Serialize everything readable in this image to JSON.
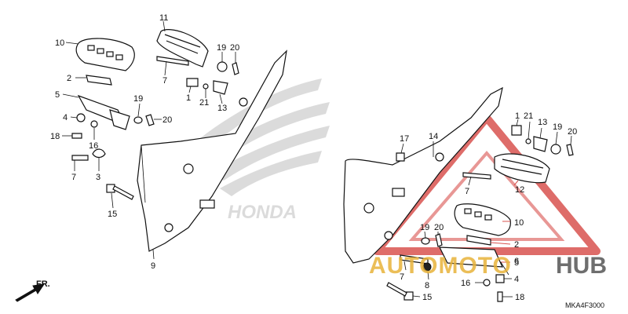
{
  "diagram": {
    "code": "MKA4F3000",
    "direction_label": "FR.",
    "brand_watermark": "HONDA",
    "site_watermark_1": "AUTOMOTO",
    "site_watermark_2": "HUB",
    "colors": {
      "ink": "#111111",
      "watermark_red": "#d9534f",
      "watermark_gray": "#bdbdbd"
    },
    "labels": {
      "l10": "10",
      "l2": "2",
      "l5": "5",
      "l4": "4",
      "l18": "18",
      "l16": "16",
      "l7a": "7",
      "l3": "3",
      "l15a": "15",
      "l9": "9",
      "l19a": "19",
      "l20a": "20",
      "l11": "11",
      "l19b": "19",
      "l20b": "20",
      "l7b": "7",
      "l1a": "1",
      "l21a": "21",
      "l13a": "13",
      "l17": "17",
      "l14": "14",
      "l1b": "1",
      "l21b": "21",
      "l13b": "13",
      "l19c": "19",
      "l20c": "20",
      "l7c": "7",
      "l12": "12",
      "l10b": "10",
      "l19d": "19",
      "l20d": "20",
      "l2b": "2",
      "l5b": "5",
      "l7d": "7",
      "l6": "6",
      "l8": "8",
      "l16b": "16",
      "l4b": "4",
      "l15b": "15",
      "l18b": "18"
    }
  }
}
